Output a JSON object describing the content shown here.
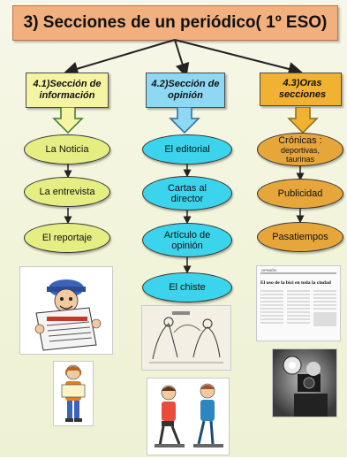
{
  "title": "3) Secciones de un periódico( 1º ESO)",
  "colors": {
    "title_bg": "#f2b07e",
    "column1_header": "#f5f4a2",
    "column1_ovals": "#e4ee82",
    "column2_header": "#8ed8f4",
    "column2_ovals": "#3cd4ec",
    "column3_header": "#f1b232",
    "column3_ovals": "#e6a63a"
  },
  "columns": [
    {
      "header": [
        "4.1)Sección de",
        "información"
      ],
      "items": [
        "La Noticia",
        "La entrevista",
        "El reportaje"
      ]
    },
    {
      "header": [
        "4.2)Sección de",
        "opinión"
      ],
      "items": [
        "El editorial",
        "Cartas al",
        "director",
        "Artículo de",
        "opinión",
        "El chiste"
      ]
    },
    {
      "header": [
        "4.3)Oras secciones"
      ],
      "items": [
        "Crónicas :",
        "deportivas,",
        "taurinas",
        "Publicidad",
        "Pasatiempos"
      ]
    }
  ],
  "images": {
    "newspaper_headline": "El uso de la bici en toda la ciudad",
    "newspaper_masthead": "OPINIÓN"
  }
}
